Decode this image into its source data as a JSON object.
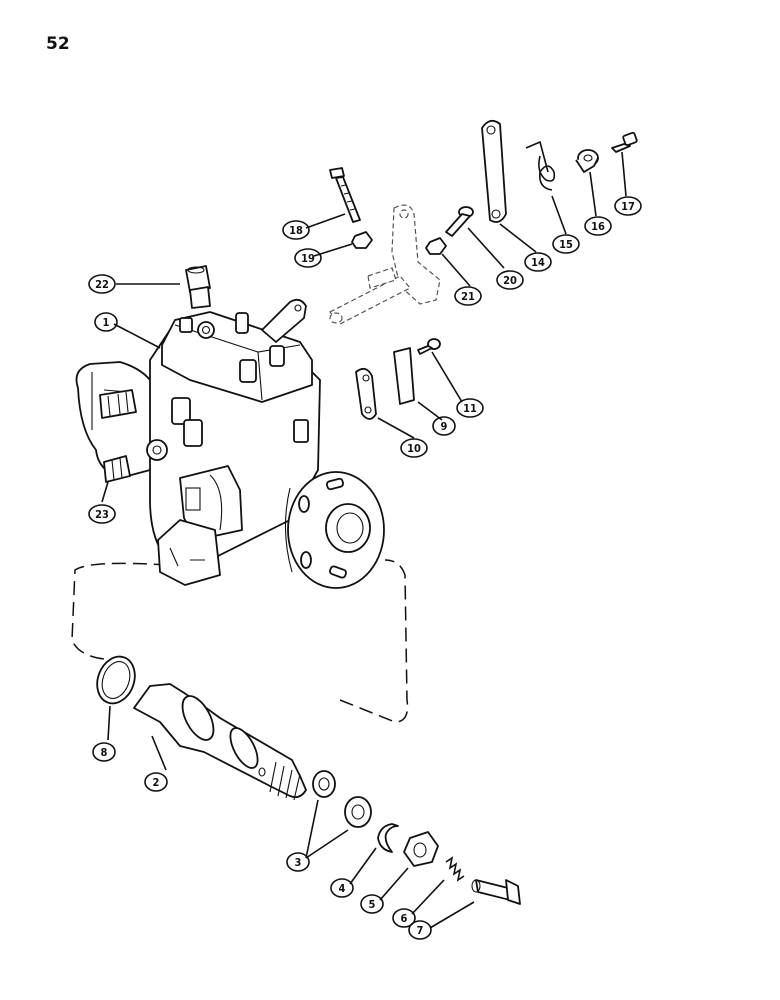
{
  "page_number": "52",
  "callouts": [
    {
      "id": "c1",
      "label": "1"
    },
    {
      "id": "c2",
      "label": "2"
    },
    {
      "id": "c3",
      "label": "3"
    },
    {
      "id": "c4",
      "label": "4"
    },
    {
      "id": "c5",
      "label": "5"
    },
    {
      "id": "c6",
      "label": "6"
    },
    {
      "id": "c7",
      "label": "7"
    },
    {
      "id": "c8",
      "label": "8"
    },
    {
      "id": "c9",
      "label": "9"
    },
    {
      "id": "c10",
      "label": "10"
    },
    {
      "id": "c11",
      "label": "11"
    },
    {
      "id": "c14",
      "label": "14"
    },
    {
      "id": "c15",
      "label": "15"
    },
    {
      "id": "c16",
      "label": "16"
    },
    {
      "id": "c17",
      "label": "17"
    },
    {
      "id": "c18",
      "label": "18"
    },
    {
      "id": "c19",
      "label": "19"
    },
    {
      "id": "c20",
      "label": "20"
    },
    {
      "id": "c21",
      "label": "21"
    },
    {
      "id": "c22",
      "label": "22"
    },
    {
      "id": "c23",
      "label": "23"
    }
  ]
}
